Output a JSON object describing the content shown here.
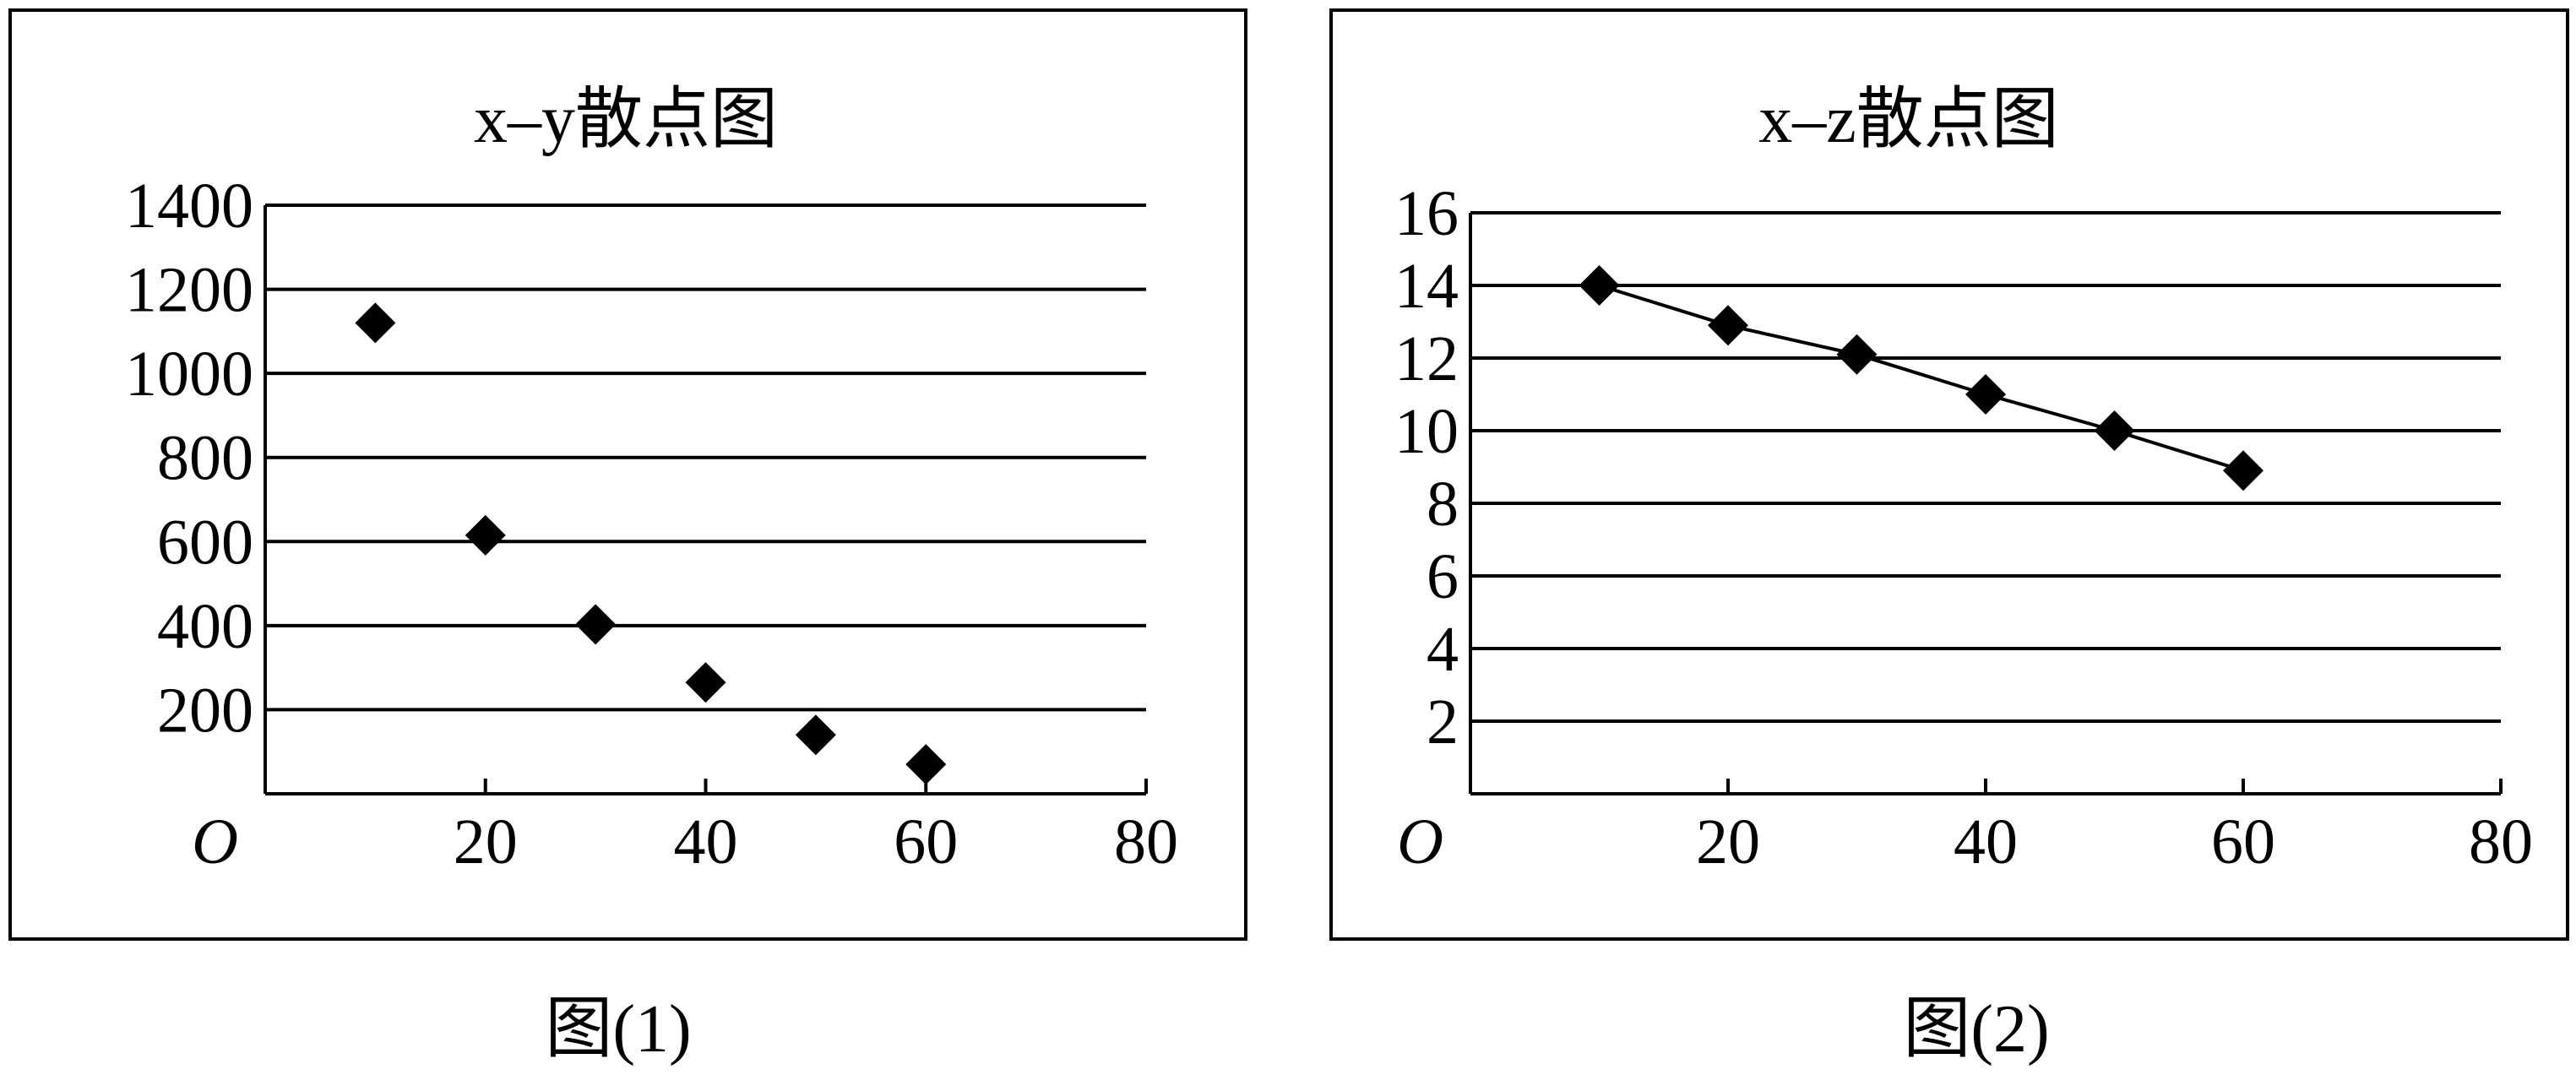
{
  "chart_data": [
    {
      "type": "scatter",
      "title": "x–y散点图",
      "caption": "图(1)",
      "origin_label": "O",
      "xlim": [
        0,
        80
      ],
      "ylim": [
        0,
        1400
      ],
      "x_ticks": [
        "20",
        "40",
        "60",
        "80"
      ],
      "y_ticks": [
        "200",
        "400",
        "600",
        "800",
        "1000",
        "1200",
        "1400"
      ],
      "grid": true,
      "connect_points": false,
      "points": [
        {
          "x": 10,
          "y": 1120
        },
        {
          "x": 20,
          "y": 615
        },
        {
          "x": 30,
          "y": 403
        },
        {
          "x": 40,
          "y": 265
        },
        {
          "x": 50,
          "y": 140
        },
        {
          "x": 60,
          "y": 70
        }
      ]
    },
    {
      "type": "line",
      "title": "x–z散点图",
      "caption": "图(2)",
      "origin_label": "O",
      "xlim": [
        0,
        80
      ],
      "ylim": [
        0,
        16
      ],
      "x_ticks": [
        "20",
        "40",
        "60",
        "80"
      ],
      "y_ticks": [
        "2",
        "4",
        "6",
        "8",
        "10",
        "12",
        "14",
        "16"
      ],
      "grid": true,
      "connect_points": true,
      "points": [
        {
          "x": 10,
          "y": 14
        },
        {
          "x": 20,
          "y": 12.9
        },
        {
          "x": 30,
          "y": 12.1
        },
        {
          "x": 40,
          "y": 11
        },
        {
          "x": 50,
          "y": 10
        },
        {
          "x": 60,
          "y": 8.9
        }
      ]
    }
  ]
}
